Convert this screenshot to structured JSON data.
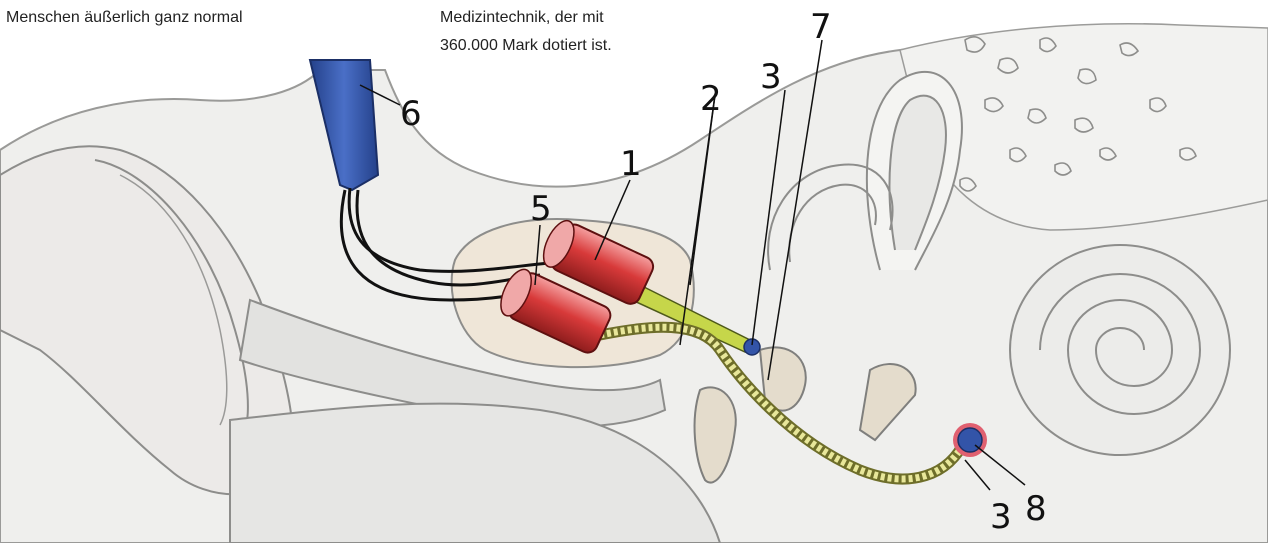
{
  "captions": {
    "left": "Menschen äußerlich ganz normal",
    "right_line1": "Medizintechnik, der mit",
    "right_line2": "360.000 Mark dotiert ist."
  },
  "labels": {
    "l1": "1",
    "l2": "2",
    "l3_top": "3",
    "l3_bottom": "3",
    "l5": "5",
    "l6": "6",
    "l7": "7",
    "l8": "8"
  },
  "colors": {
    "bone": "#eeeeec",
    "tissue": "#e4e4e2",
    "cavity": "#f2ede4",
    "capsule": "#d83a3a",
    "cable": "#6e6e2a",
    "cable_fill": "#e8e79a",
    "probe": "#3354a8",
    "electrode_ring": "#e06070"
  }
}
